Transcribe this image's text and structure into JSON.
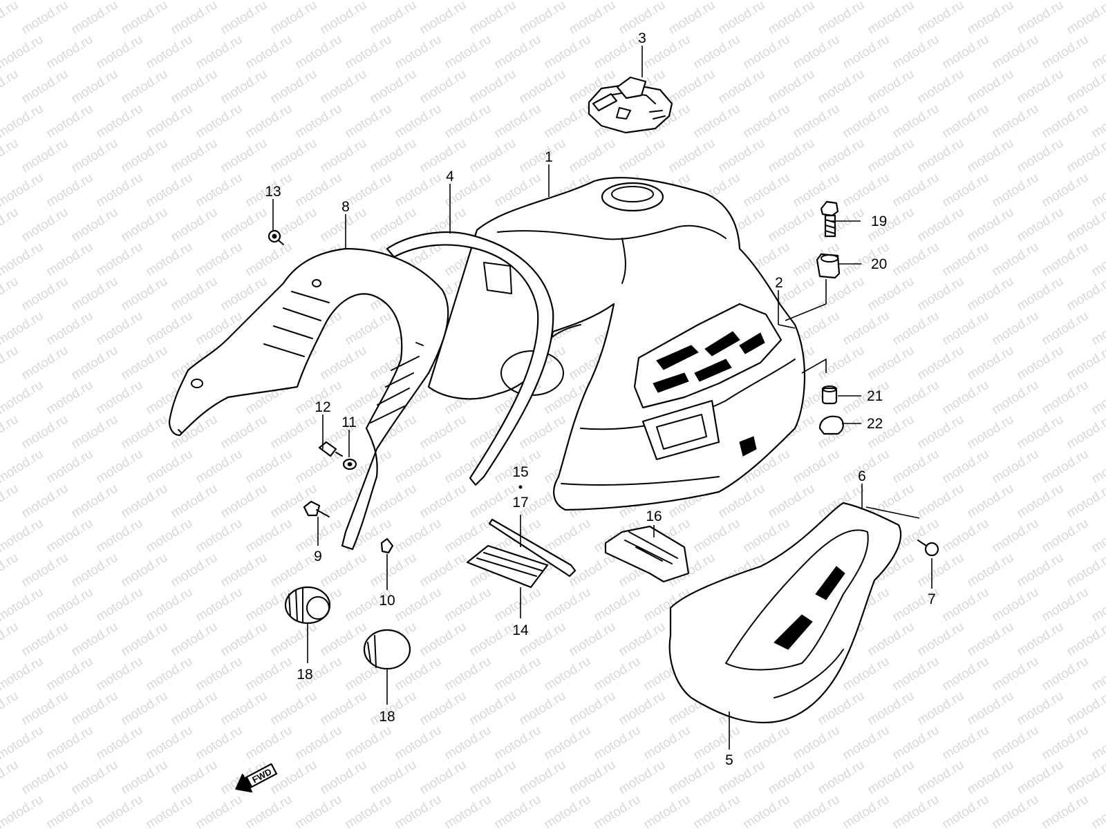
{
  "watermark": {
    "text": "motod.ru",
    "color": "#d8d8d8"
  },
  "orientation": {
    "label": "FWD",
    "icon": "forward-arrow-icon"
  },
  "callouts": [
    {
      "id": "c1",
      "label": "1",
      "part": "fuel-tank"
    },
    {
      "id": "c2",
      "label": "2",
      "part": "tank-insulator-pad"
    },
    {
      "id": "c3",
      "label": "3",
      "part": "fuel-cap"
    },
    {
      "id": "c4",
      "label": "4",
      "part": "tank-trim-band"
    },
    {
      "id": "c5",
      "label": "5",
      "part": "side-cover"
    },
    {
      "id": "c6",
      "label": "6",
      "part": "side-cover-emblem"
    },
    {
      "id": "c7",
      "label": "7",
      "part": "screw"
    },
    {
      "id": "c8",
      "label": "8",
      "part": "tank-rear-cover"
    },
    {
      "id": "c9",
      "label": "9",
      "part": "bolt"
    },
    {
      "id": "c10",
      "label": "10",
      "part": "nut-clip"
    },
    {
      "id": "c11",
      "label": "11",
      "part": "washer"
    },
    {
      "id": "c12",
      "label": "12",
      "part": "screw"
    },
    {
      "id": "c13",
      "label": "13",
      "part": "screw"
    },
    {
      "id": "c14",
      "label": "14",
      "part": "cushion-strip"
    },
    {
      "id": "c15",
      "label": "15",
      "part": "band"
    },
    {
      "id": "c17",
      "label": "17",
      "part": "band"
    },
    {
      "id": "c16",
      "label": "16",
      "part": "cushion"
    },
    {
      "id": "c18a",
      "label": "18",
      "part": "cushion-rubber"
    },
    {
      "id": "c18b",
      "label": "18",
      "part": "cushion-rubber"
    },
    {
      "id": "c19",
      "label": "19",
      "part": "bolt"
    },
    {
      "id": "c20",
      "label": "20",
      "part": "cushion"
    },
    {
      "id": "c21",
      "label": "21",
      "part": "spacer"
    },
    {
      "id": "c22",
      "label": "22",
      "part": "cushion"
    }
  ]
}
